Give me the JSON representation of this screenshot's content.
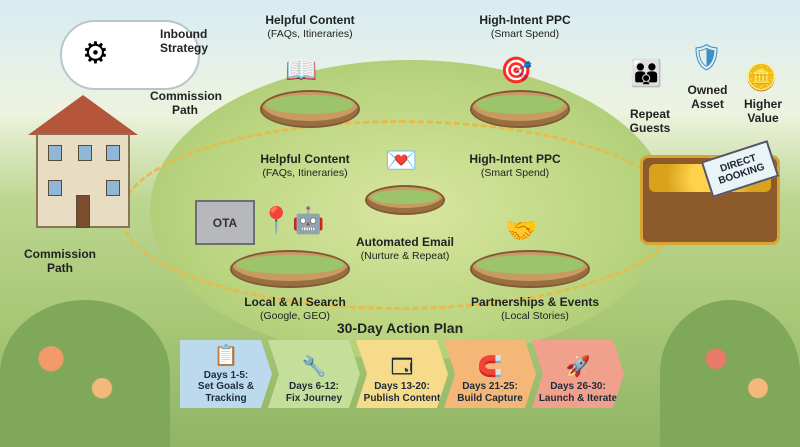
{
  "top": {
    "inbound_strategy": "Inbound Strategy",
    "commission_path_top": "Commission Path",
    "commission_path_bottom": "Commission Path",
    "ota": "OTA"
  },
  "nodes": [
    {
      "title": "Helpful Content",
      "sub": "(FAQs, Itineraries)",
      "icon": "open-book-magnifier-icon"
    },
    {
      "title": "High-Intent PPC",
      "sub": "(Smart Spend)",
      "icon": "target-arrow-icon"
    },
    {
      "title": "Helpful Content",
      "sub": "(FAQs, Itineraries)"
    },
    {
      "title": "High-Intent PPC",
      "sub": "(Smart Spend)"
    },
    {
      "title": "Automated Email",
      "sub": "(Nurture & Repeat)",
      "icon": "envelope-heart-icon"
    },
    {
      "title": "Local & AI Search",
      "sub": "(Google, GEO)",
      "icon": "map-pin-robot-icon"
    },
    {
      "title": "Partnerships & Events",
      "sub": "(Local Stories)",
      "icon": "handshake-icon"
    }
  ],
  "rewards": {
    "repeat_guests": "Repeat Guests",
    "owned_asset": "Owned Asset",
    "higher_value": "Higher Value",
    "tag": "DIRECT BOOKING"
  },
  "plan": {
    "title": "30-Day Action Plan",
    "steps": [
      {
        "days": "Days 1-5:",
        "label": "Set Goals & Tracking",
        "color": "#bcd9ee",
        "icon": "clipboard-checklist-icon"
      },
      {
        "days": "Days 6-12:",
        "label": "Fix Journey",
        "color": "#c4df9a",
        "icon": "wrenches-icon"
      },
      {
        "days": "Days 13-20:",
        "label": "Publish Content",
        "color": "#f6dc8a",
        "icon": "web-page-icon"
      },
      {
        "days": "Days 21-25:",
        "label": "Build Capture",
        "color": "#f5b777",
        "icon": "magnet-email-icon"
      },
      {
        "days": "Days 26-30:",
        "label": "Launch & Iterate",
        "color": "#f1a08c",
        "icon": "rocket-refresh-icon"
      }
    ]
  }
}
